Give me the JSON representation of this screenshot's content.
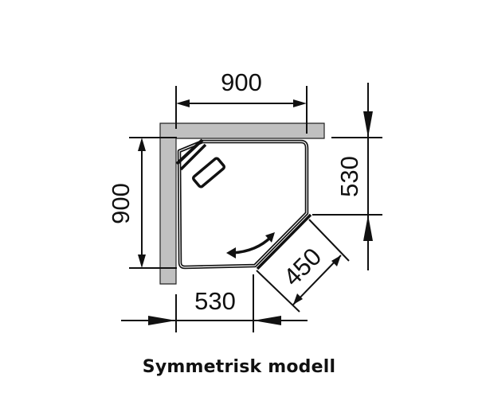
{
  "diagram": {
    "title": "Symmetrisk modell",
    "colors": {
      "wall_fill": "#c0c0c0",
      "line": "#111111",
      "background": "#ffffff"
    },
    "dimensions": {
      "top_width": "900",
      "left_height": "900",
      "right_side": "530",
      "bottom_side": "530",
      "diagonal_door": "450"
    },
    "elements": [
      "wall-corner",
      "shower-tray-outline",
      "drain-slot",
      "door-swing-arrow"
    ]
  }
}
